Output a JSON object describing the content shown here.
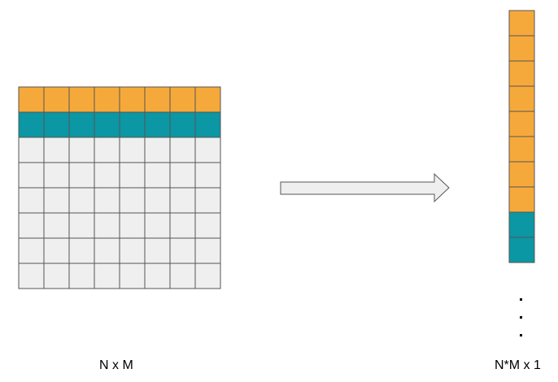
{
  "matrix": {
    "rows": 8,
    "cols": 8,
    "row_colors": [
      "#f6a93b",
      "#0b97a4",
      "#efefef",
      "#efefef",
      "#efefef",
      "#efefef",
      "#efefef",
      "#efefef"
    ],
    "label": "N x M"
  },
  "vector": {
    "cells": 10,
    "cell_colors": [
      "#f6a93b",
      "#f6a93b",
      "#f6a93b",
      "#f6a93b",
      "#f6a93b",
      "#f6a93b",
      "#f6a93b",
      "#f6a93b",
      "#0b97a4",
      "#0b97a4"
    ],
    "label": "N*M x 1"
  },
  "arrow": {
    "fill": "#efefef"
  },
  "colors": {
    "orange": "#f6a93b",
    "teal": "#0b97a4",
    "grey": "#efefef",
    "border": "#555555"
  }
}
